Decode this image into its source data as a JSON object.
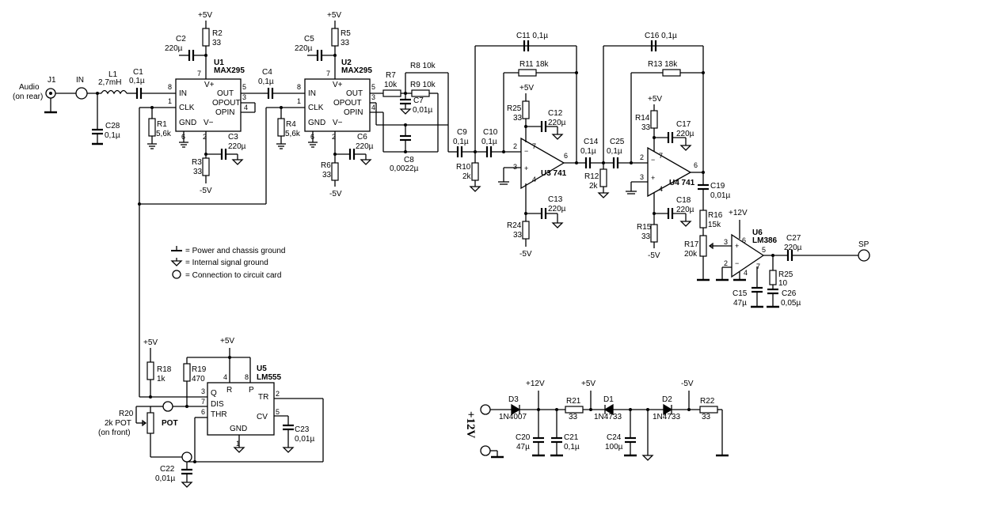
{
  "supplies": {
    "p5v": "+5V",
    "m5v": "-5V",
    "p12v": "+12V",
    "m5v_alt": "-5V"
  },
  "input": {
    "j1": "J1",
    "audio": "Audio",
    "on_rear": "(on rear)",
    "in": "IN"
  },
  "components": {
    "l1": "L1",
    "l1_val": "2,7mH",
    "c1": "C1",
    "c1_val": "0,1µ",
    "c28": "C28",
    "c28_val": "0,1µ",
    "r1": "R1",
    "r1_val": "5,6k",
    "c2": "C2",
    "c2_val": "220µ",
    "r2": "R2",
    "r2_val": "33",
    "r3": "R3",
    "r3_val": "33",
    "c3": "C3",
    "c3_val": "220µ",
    "c4": "C4",
    "c4_val": "0,1µ",
    "r4": "R4",
    "r4_val": "5,6k",
    "c5": "C5",
    "c5_val": "220µ",
    "r5": "R5",
    "r5_val": "33",
    "r6": "R6",
    "r6_val": "33",
    "c6": "C6",
    "c6_val": "220µ",
    "r7": "R7",
    "r7_val": "10k",
    "r8": "R8 10k",
    "r9": "R9 10k",
    "c7": "C7",
    "c7_val": "0,01µ",
    "c8": "C8",
    "c8_val": "0,0022µ",
    "c9": "C9",
    "c9_val": "0,1µ",
    "c10": "C10",
    "c10_val": "0,1µ",
    "r10": "R10",
    "r10_val": "2k",
    "c11": "C11 0,1µ",
    "r11": "R11 18k",
    "r25a": "R25",
    "r25a_val": "33",
    "c12": "C12",
    "c12_val": "220µ",
    "c13": "C13",
    "c13_val": "220µ",
    "r24": "R24",
    "r24_val": "33",
    "c14": "C14",
    "c14_val": "0,1µ",
    "c25": "C25",
    "c25_val": "0,1µ",
    "r12": "R12",
    "r12_val": "2k",
    "c16": "C16 0,1µ",
    "r13": "R13 18k",
    "r14": "R14",
    "r14_val": "33",
    "c17": "C17",
    "c17_val": "220µ",
    "c18": "C18",
    "c18_val": "220µ",
    "r15": "R15",
    "r15_val": "33",
    "c19": "C19",
    "c19_val": "0,01µ",
    "r16": "R16",
    "r16_val": "15k",
    "r17": "R17",
    "r17_val": "20k",
    "c27": "C27",
    "c27_val": "220µ",
    "r25b": "R25",
    "r25b_val": "10",
    "c15": "C15",
    "c15_val": "47µ",
    "c26": "C26",
    "c26_val": "0,05µ",
    "r18": "R18",
    "r18_val": "1k",
    "r19": "R19",
    "r19_val": "470",
    "r20": "R20",
    "r20_val": "2k POT",
    "r20_note": "(on front)",
    "pot": "POT",
    "c22": "C22",
    "c22_val": "0,01µ",
    "c23": "C23",
    "c23_val": "0,01µ",
    "d3": "D3",
    "d3_val": "1N4007",
    "r21": "R21",
    "r21_val": "33",
    "d1": "D1",
    "d1_val": "1N4733",
    "d2": "D2",
    "d2_val": "1N4733",
    "r22": "R22",
    "r22_val": "33",
    "c20": "C20",
    "c20_val": "47µ",
    "c21": "C21",
    "c21_val": "0,1µ",
    "c24": "C24",
    "c24_val": "100µ"
  },
  "ics": {
    "u1": {
      "ref": "U1",
      "part": "MAX295",
      "pins": {
        "in": "IN",
        "clk": "CLK",
        "gnd": "GND",
        "vminus": "V−",
        "vplus": "V+",
        "out": "OUT",
        "opout": "OPOUT",
        "opin": "OPIN"
      },
      "pinnums": {
        "p8": "8",
        "p1": "1",
        "p6": "6",
        "p2": "2",
        "p7": "7",
        "p5": "5",
        "p3": "3",
        "p4": "4"
      }
    },
    "u2": {
      "ref": "U2",
      "part": "MAX295",
      "pins": {
        "in": "IN",
        "clk": "CLK",
        "gnd": "GND",
        "vminus": "V−",
        "vplus": "V+",
        "out": "OUT",
        "opout": "OPOUT",
        "opin": "OPIN"
      },
      "pinnums": {
        "p8": "8",
        "p1": "1",
        "p6": "6",
        "p2": "2",
        "p7": "7",
        "p5": "5",
        "p3": "3",
        "p4": "4"
      }
    },
    "u3": {
      "ref": "U3 741",
      "pins": {
        "p2": "2",
        "p3": "3",
        "p7": "7",
        "p4": "4",
        "p6": "6"
      }
    },
    "u4": {
      "ref": "U4 741",
      "pins": {
        "p2": "2",
        "p3": "3",
        "p7": "7",
        "p4": "4",
        "p6": "6"
      }
    },
    "u6": {
      "ref": "U6",
      "part": "LM386",
      "pins": {
        "p6": "6",
        "p3": "3",
        "p2": "2",
        "p4": "4",
        "p5": "5",
        "p7": "7"
      }
    },
    "u5": {
      "ref": "U5",
      "part": "LM555",
      "pins": {
        "q": "Q",
        "dis": "DIS",
        "thr": "THR",
        "r": "R",
        "p": "P",
        "tr": "TR",
        "cv": "CV",
        "gnd": "GND"
      },
      "pinnums": {
        "p3": "3",
        "p7": "7",
        "p6": "6",
        "p4": "4",
        "p8": "8",
        "p2": "2",
        "p5": "5",
        "p1": "1"
      }
    }
  },
  "output": {
    "sp": "SP"
  },
  "legend": {
    "power": "= Power and chassis ground",
    "signal": "= Internal signal ground",
    "connection": "= Connection to circuit card"
  },
  "supply_section": {
    "label": "+12V",
    "p12v": "+12V",
    "p5v": "+5V",
    "m5v": "-5V"
  }
}
